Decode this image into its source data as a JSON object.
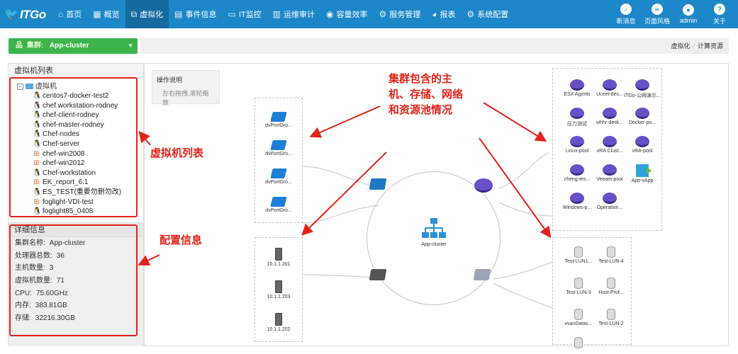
{
  "app": {
    "logo_text": "ITGo"
  },
  "nav": [
    {
      "label": "首页",
      "icon": "home-icon",
      "glyph": "⌂",
      "active": false
    },
    {
      "label": "概览",
      "icon": "grid-icon",
      "glyph": "▦",
      "active": false
    },
    {
      "label": "虚拟化",
      "icon": "virtual-icon",
      "glyph": "⧉",
      "active": true
    },
    {
      "label": "事件信息",
      "icon": "event-icon",
      "glyph": "▤",
      "active": false
    },
    {
      "label": "IT监控",
      "icon": "monitor-icon",
      "glyph": "▭",
      "active": false
    },
    {
      "label": "运维审计",
      "icon": "audit-icon",
      "glyph": "▥",
      "active": false
    },
    {
      "label": "容量效率",
      "icon": "capacity-icon",
      "glyph": "◉",
      "active": false
    },
    {
      "label": "服务管理",
      "icon": "service-icon",
      "glyph": "⚙",
      "active": false
    },
    {
      "label": "报表",
      "icon": "report-icon",
      "glyph": "◕",
      "active": false
    },
    {
      "label": "系统配置",
      "icon": "settings-icon",
      "glyph": "⚙",
      "active": false
    }
  ],
  "tools": [
    {
      "label": "新消息",
      "icon": "bell-icon",
      "glyph": "♪"
    },
    {
      "label": "页面风格",
      "icon": "link-icon",
      "glyph": "∞"
    },
    {
      "label": "admin",
      "icon": "user-icon",
      "glyph": "●"
    },
    {
      "label": "关于",
      "icon": "help-icon",
      "glyph": "?"
    }
  ],
  "cluster": {
    "label": "集群:",
    "value": "App-cluster"
  },
  "breadcrumb": [
    "虚拟化",
    "计算资源"
  ],
  "vm_list": {
    "title": "虚拟机列表",
    "root": "虚拟机",
    "items": [
      {
        "name": "centos7-docker-test2",
        "os": "linux"
      },
      {
        "name": "chef workstation-rodney",
        "os": "linux"
      },
      {
        "name": "chef-client-rodney",
        "os": "linux"
      },
      {
        "name": "chef-master-rodney",
        "os": "linux"
      },
      {
        "name": "Chef-nodes",
        "os": "linux"
      },
      {
        "name": "Chef-server",
        "os": "linux"
      },
      {
        "name": "chef-win2008",
        "os": "windows"
      },
      {
        "name": "chef-win2012",
        "os": "windows"
      },
      {
        "name": "Chef-workstation",
        "os": "linux"
      },
      {
        "name": "EK_report_6.1",
        "os": "windows"
      },
      {
        "name": "ES_TEST(重要勿删勿改)",
        "os": "linux"
      },
      {
        "name": "foglight-VDI-test",
        "os": "windows"
      },
      {
        "name": "foglight85_0408",
        "os": "linux"
      }
    ]
  },
  "detail": {
    "title": "详细信息",
    "rows": [
      {
        "label": "集群名称:",
        "value": "App-cluster"
      },
      {
        "label": "处理器总数:",
        "value": "36"
      },
      {
        "label": "主机数量:",
        "value": "3"
      },
      {
        "label": "虚拟机数量:",
        "value": "71"
      },
      {
        "label": "CPU:",
        "value": "75.60GHz"
      },
      {
        "label": "内存:",
        "value": "383.81GB"
      },
      {
        "label": "存储:",
        "value": "32216.30GB"
      }
    ]
  },
  "ops": {
    "title": "操作说明",
    "desc": "左右拖拽,滚轮缩放"
  },
  "topology": {
    "center": "App-cluster",
    "networks": [
      "dvPortGro...",
      "dvPortGro...",
      "dvPortGro...",
      "dvPortGro..."
    ],
    "hosts": [
      "10.1.1.201",
      "10.1.1.203",
      "10.1.1.202"
    ],
    "pools": [
      {
        "name": "ESX Agents",
        "kind": "pool"
      },
      {
        "name": "Uceet-des...",
        "kind": "pool"
      },
      {
        "name": "ITGo-公网演示...",
        "kind": "pool"
      },
      {
        "name": "压力测试",
        "kind": "pool"
      },
      {
        "name": "whhr-desk...",
        "kind": "pool"
      },
      {
        "name": "Docker-po...",
        "kind": "pool"
      },
      {
        "name": "Linux-pool",
        "kind": "pool"
      },
      {
        "name": "vRA Clust...",
        "kind": "pool"
      },
      {
        "name": "vRA-pool",
        "kind": "pool"
      },
      {
        "name": "cheng-tes...",
        "kind": "pool"
      },
      {
        "name": "Veeam-pool",
        "kind": "pool"
      },
      {
        "name": "App-vApp",
        "kind": "vapp"
      },
      {
        "name": "Windows-p...",
        "kind": "pool"
      },
      {
        "name": "Operation...",
        "kind": "pool"
      }
    ],
    "datastores": [
      "Test-LUN1...",
      "Test-LUN-4",
      "Test-LUN-3",
      "Host-Prof...",
      "vsanDatas...",
      "Test-LUN-2"
    ]
  },
  "annotations": {
    "cluster_contains": "集群包含的主机、存储、网络和资源池情况",
    "vm_list": "虚拟机列表",
    "config": "配置信息"
  },
  "colors": {
    "topbar": "#1c87c9",
    "active_tab": "#156a9f",
    "cluster_select": "#3cb44b",
    "annotation": "#e2231a"
  }
}
